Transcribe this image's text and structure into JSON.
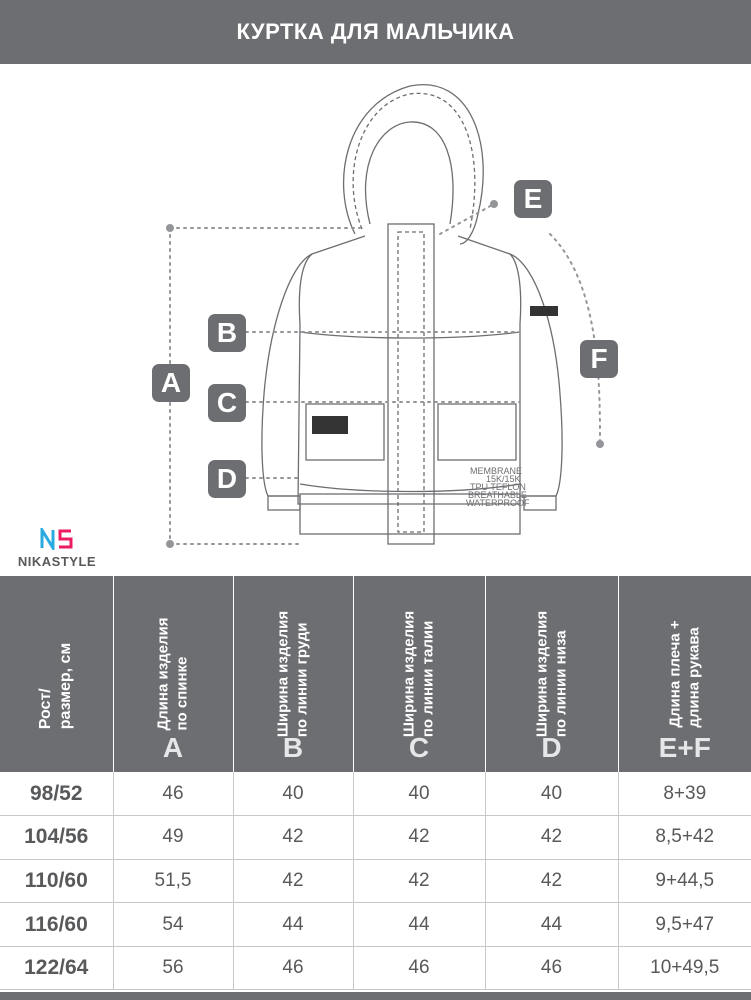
{
  "page": {
    "title": "КУРТКА ДЛЯ МАЛЬЧИКА"
  },
  "diagram": {
    "labels": [
      "A",
      "B",
      "C",
      "D",
      "E",
      "F"
    ],
    "print_text": [
      "MEMBRANE",
      "15K/15K",
      "TPU TEFLON",
      "BREATHABLE",
      "WATERPROOF"
    ]
  },
  "brand": {
    "logo_text": "NS",
    "name": "NIKASTYLE"
  },
  "table": {
    "headers": [
      {
        "text": "Рост/\nразмер, см",
        "letter": ""
      },
      {
        "text": "Длина изделия\nпо спинке",
        "letter": "A"
      },
      {
        "text": "Ширина изделия\nпо линии груди",
        "letter": "B"
      },
      {
        "text": "Ширина изделия\nпо линии талии",
        "letter": "C"
      },
      {
        "text": "Ширина изделия\nпо линии низа",
        "letter": "D"
      },
      {
        "text": "Длина плеча +\nдлина рукава",
        "letter": "E+F"
      }
    ],
    "rows": [
      [
        "98/52",
        "46",
        "40",
        "40",
        "40",
        "8+39"
      ],
      [
        "104/56",
        "49",
        "42",
        "42",
        "42",
        "8,5+42"
      ],
      [
        "110/60",
        "51,5",
        "42",
        "42",
        "42",
        "9+44,5"
      ],
      [
        "116/60",
        "54",
        "44",
        "44",
        "44",
        "9,5+47"
      ],
      [
        "122/64",
        "56",
        "46",
        "46",
        "46",
        "10+49,5"
      ]
    ]
  },
  "colors": {
    "header_bg": "#6d6e71",
    "text": "#58595b",
    "brand_cyan": "#29abe2",
    "brand_pink": "#ec1c63"
  }
}
